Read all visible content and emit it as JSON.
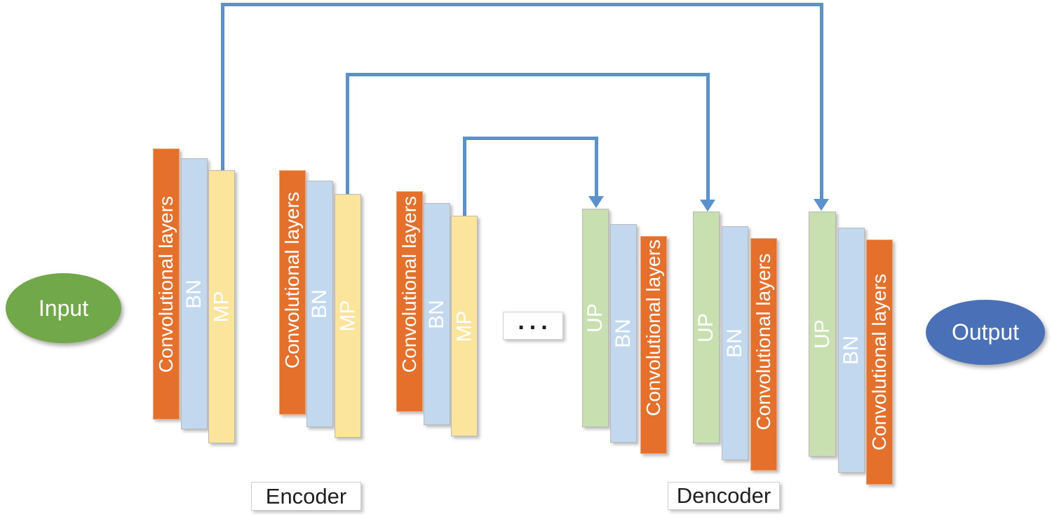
{
  "nodes": {
    "input": "Input",
    "output": "Output"
  },
  "captions": {
    "encoder": "Encoder",
    "decoder": "Dencoder",
    "ellipsis": "..."
  },
  "bar_labels": {
    "conv": "Convolutional layers",
    "bn": "BN",
    "mp": "MP",
    "up": "UP"
  },
  "colors": {
    "conv_bar": "#e4702c",
    "bn_bar": "#c2d8ef",
    "mp_bar": "#fbe49b",
    "up_bar": "#c8e0af",
    "input_node": "#71a94a",
    "output_node": "#4a70b7",
    "connector": "#5992cd"
  }
}
